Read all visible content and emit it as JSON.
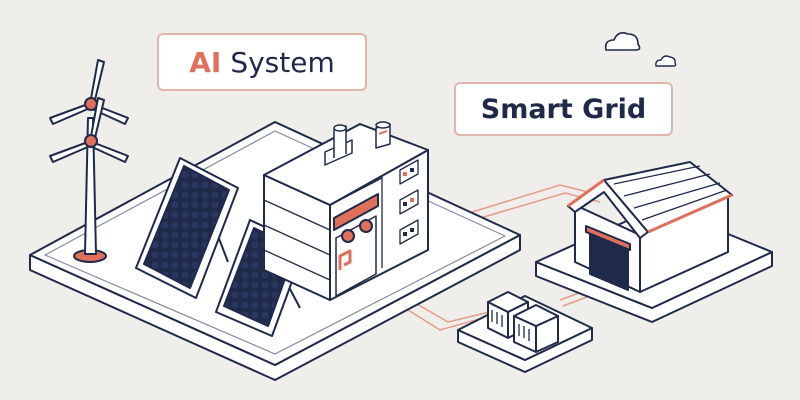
{
  "labels": {
    "ai_system": {
      "accent": "AI",
      "rest": "System"
    },
    "smart_grid": "Smart Grid"
  },
  "colors": {
    "background": "#efeeea",
    "outline": "#1f2a4a",
    "accent": "#e0705c",
    "tag_border": "#e3b4aa",
    "solar_panel": "#1f2a4a"
  },
  "icons": [
    "wind-turbine-icon",
    "solar-panel-icon",
    "server-building-icon",
    "battery-icon",
    "warehouse-icon",
    "cloud-icon"
  ]
}
